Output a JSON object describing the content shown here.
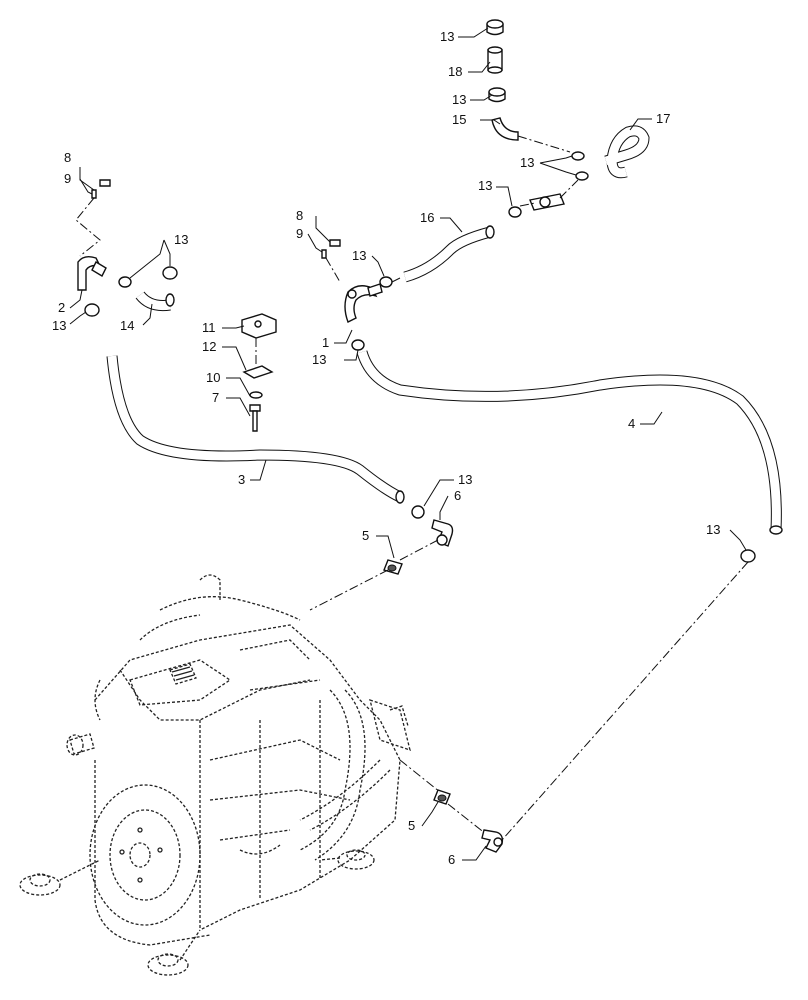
{
  "callouts": [
    {
      "id": "c13a",
      "label": "13"
    },
    {
      "id": "c18",
      "label": "18"
    },
    {
      "id": "c13b",
      "label": "13"
    },
    {
      "id": "c15",
      "label": "15"
    },
    {
      "id": "c17",
      "label": "17"
    },
    {
      "id": "c13c",
      "label": "13"
    },
    {
      "id": "c13d",
      "label": "13"
    },
    {
      "id": "c16",
      "label": "16"
    },
    {
      "id": "c8a",
      "label": "8"
    },
    {
      "id": "c9a",
      "label": "9"
    },
    {
      "id": "c8b",
      "label": "8"
    },
    {
      "id": "c9b",
      "label": "9"
    },
    {
      "id": "c13e",
      "label": "13"
    },
    {
      "id": "c13f",
      "label": "13"
    },
    {
      "id": "c2",
      "label": "2"
    },
    {
      "id": "c13g",
      "label": "13"
    },
    {
      "id": "c14",
      "label": "14"
    },
    {
      "id": "c11",
      "label": "11"
    },
    {
      "id": "c12",
      "label": "12"
    },
    {
      "id": "c10",
      "label": "10"
    },
    {
      "id": "c7",
      "label": "7"
    },
    {
      "id": "c1",
      "label": "1"
    },
    {
      "id": "c13h",
      "label": "13"
    },
    {
      "id": "c4",
      "label": "4"
    },
    {
      "id": "c3",
      "label": "3"
    },
    {
      "id": "c13i",
      "label": "13"
    },
    {
      "id": "c6a",
      "label": "6"
    },
    {
      "id": "c5a",
      "label": "5"
    },
    {
      "id": "c13j",
      "label": "13"
    },
    {
      "id": "c5b",
      "label": "5"
    },
    {
      "id": "c6b",
      "label": "6"
    }
  ]
}
